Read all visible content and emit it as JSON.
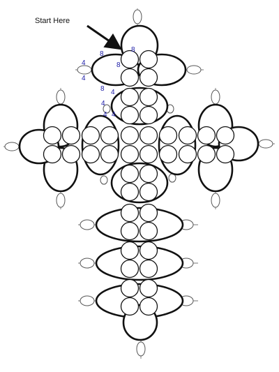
{
  "start_label": "Start Here",
  "count_labels": {
    "top_ring_right": "8",
    "top_ring_left": "8",
    "top_ring_center": "8",
    "picot_left_upper": "4",
    "picot_left_lower": "4",
    "chain_left_8": "8",
    "chain_left_4_a": "4",
    "chain_left_4_b": "4",
    "chain_left_4_c": "4",
    "chain_left_4_d": "4"
  },
  "colors": {
    "count_label": "#1a1aa6",
    "arrow": "#111111"
  },
  "icons": {
    "arrow": "start-arrow-icon"
  }
}
